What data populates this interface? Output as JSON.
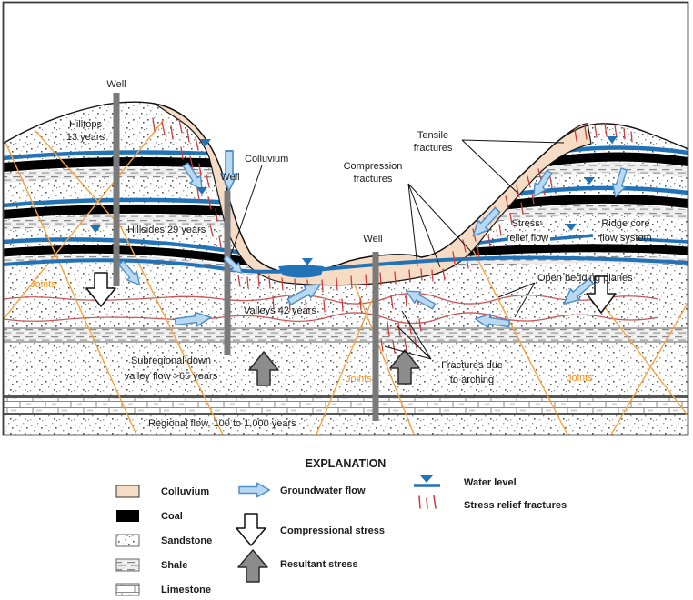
{
  "figure": {
    "type": "hydrogeology-valley-cross-section",
    "labels": {
      "well": "Well",
      "hilltops_line1": "Hilltops",
      "hilltops_line2": "13 years",
      "colluvium": "Colluvium",
      "tensile_line1": "Tensile",
      "tensile_line2": "fractures",
      "compression_line1": "Compression",
      "compression_line2": "fractures",
      "stress_relief_line1": "Stress-",
      "stress_relief_line2": "relief flow",
      "ridge_core_line1": "Ridge core",
      "ridge_core_line2": "flow system",
      "hillsides": "Hillsides 29 years",
      "joints": "Joints",
      "open_bedding_planes": "Open bedding planes",
      "valleys": "Valleys 42 years",
      "subregional_line1": "Subregional down",
      "subregional_line2": "valley flow >65 years",
      "fractures_arching_line1": "Fractures due",
      "fractures_arching_line2": "to arching",
      "regional_flow": "Regional flow, 100 to 1,000 years"
    },
    "colors": {
      "water_blue": "#2272b8",
      "flow_arrow_fill": "#b9d8f1",
      "flow_arrow_stroke": "#4e8fc7",
      "colluvium_tan": "#f6dcc4",
      "joints_orange": "#f79420",
      "fracture_red": "#cc3b3b",
      "bedding_red": "#cc5555",
      "well_gray": "#7a7a7a",
      "resultant_gray": "#8c8c8c",
      "coal_black": "#000000"
    }
  },
  "legend": {
    "title": "EXPLANATION",
    "materials": [
      {
        "label": "Colluvium",
        "swatch": "colluvium-swatch"
      },
      {
        "label": "Coal",
        "swatch": "coal-swatch"
      },
      {
        "label": "Sandstone",
        "swatch": "sandstone-swatch"
      },
      {
        "label": "Shale",
        "swatch": "shale-swatch"
      },
      {
        "label": "Limestone",
        "swatch": "limestone-swatch"
      }
    ],
    "symbols": [
      {
        "label": "Groundwater flow",
        "icon": "groundwater-flow-arrow-icon"
      },
      {
        "label": "Compressional stress",
        "icon": "down-block-arrow-icon"
      },
      {
        "label": "Resultant stress",
        "icon": "up-block-arrow-icon"
      }
    ],
    "markers": [
      {
        "label": "Water level",
        "icon": "water-level-icon"
      },
      {
        "label": "Stress relief fractures",
        "icon": "fracture-ticks-icon"
      }
    ]
  }
}
